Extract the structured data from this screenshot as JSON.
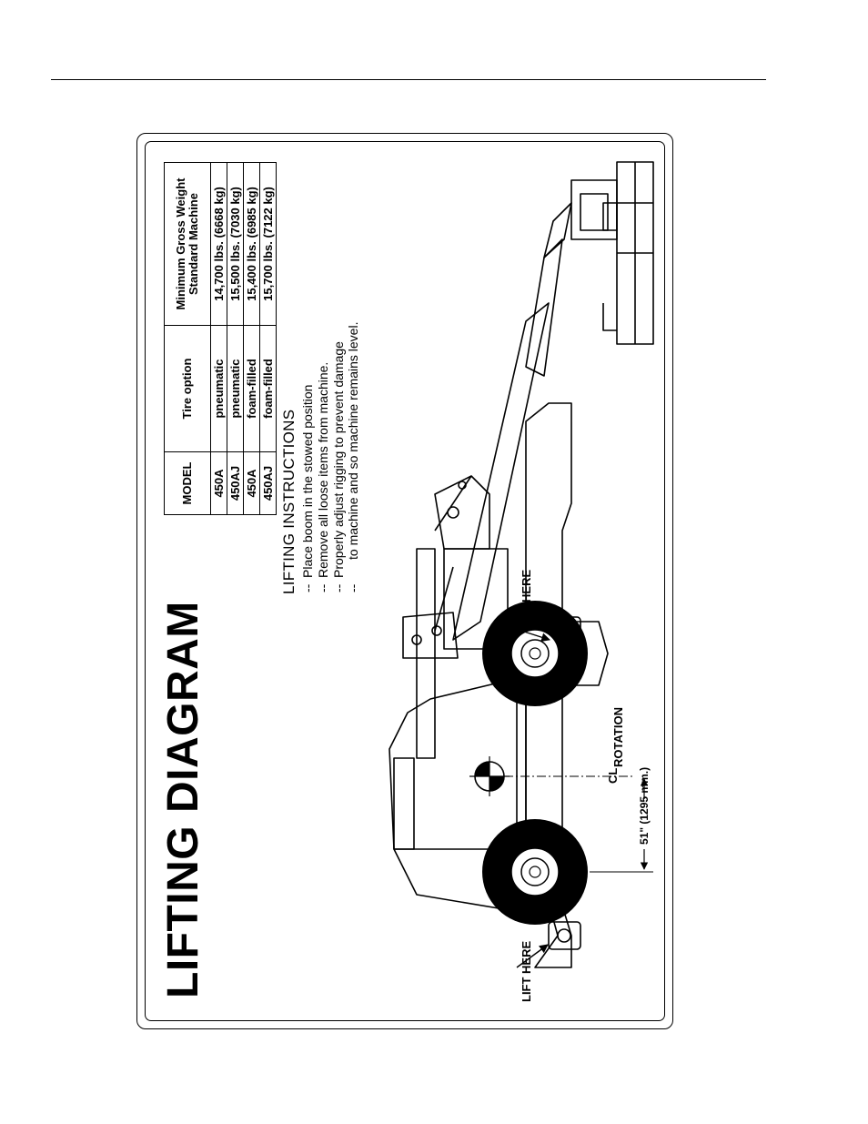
{
  "title": "LIFTING DIAGRAM",
  "table": {
    "headers": [
      "MODEL",
      "Tire option",
      "Minimum Gross Weight Standard Machine"
    ],
    "rows": [
      [
        "450A",
        "pneumatic",
        "14,700 lbs. (6668 kg)"
      ],
      [
        "450AJ",
        "pneumatic",
        "15,500 lbs. (7030 kg)"
      ],
      [
        "450A",
        "foam-filled",
        "15,400 lbs. (6985 kg)"
      ],
      [
        "450AJ",
        "foam-filled",
        "15,700 lbs. (7122 kg)"
      ]
    ]
  },
  "instructions": {
    "heading": "LIFTING INSTRUCTIONS",
    "items": [
      "Place boom in the stowed position",
      "Remove all loose items from machine.",
      "Properly adjust rigging to prevent damage",
      "to machine and so machine remains level."
    ]
  },
  "labels": {
    "lift_here_left": "LIFT HERE",
    "lift_here_right": "LIFT HERE",
    "centerline_symbol": "CL",
    "rotation": "ROTATION",
    "dimension": "51\" (1295 mm.)"
  }
}
